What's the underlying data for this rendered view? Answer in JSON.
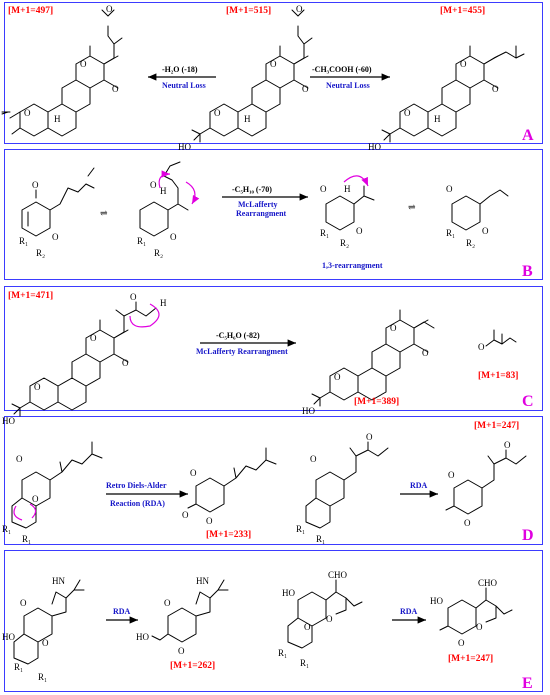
{
  "panels": {
    "A": {
      "letter": "A",
      "ion_left": "[M+1=497]",
      "ion_mid": "[M+1=515]",
      "ion_right": "[M+1=455]",
      "arrow_left_label": "-H₂O (-18)",
      "arrow_left_sub": "Neutral Loss",
      "arrow_right_label": "-CH₃COOH (-60)",
      "arrow_right_sub": "Neutral Loss"
    },
    "B": {
      "letter": "B",
      "arrow_label": "-C₅H₁₀ (-70)",
      "arrow_sub1": "McLafferty",
      "arrow_sub2": "Rearrangment",
      "rearr_label": "1,3-rearrangment"
    },
    "C": {
      "letter": "C",
      "ion_left": "[M+1=471]",
      "arrow_label": "-C₅H₆O (-82)",
      "arrow_sub": "McLafferty Rearrangment",
      "ion_product": "[M+1=389]",
      "ion_neutral": "[M+1=83]"
    },
    "D": {
      "letter": "D",
      "arrow1_label": "Retro Diels-Alder",
      "arrow1_sub": "Reaction (RDA)",
      "ion1": "[M+1=233]",
      "arrow2_label": "RDA",
      "ion2": "[M+1=247]"
    },
    "E": {
      "letter": "E",
      "arrow1_label": "RDA",
      "ion1": "[M+1=262]",
      "arrow2_label": "RDA",
      "ion2": "[M+1=247]"
    }
  },
  "atoms": {
    "O": "O",
    "HO": "HO",
    "H": "H",
    "HN": "HN",
    "R1": "R₁",
    "R2": "R₂",
    "CHO": "CHO",
    "OH": "OH"
  }
}
